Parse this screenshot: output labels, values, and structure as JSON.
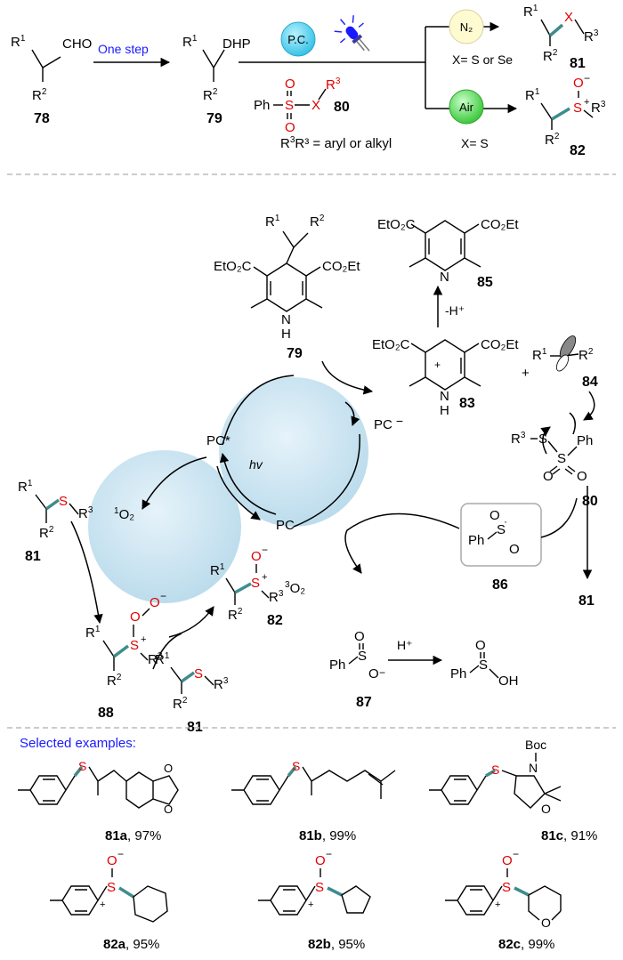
{
  "top_scheme": {
    "one_step": "One step",
    "pc": "P.C.",
    "n2": "N₂",
    "air": "Air",
    "x_s_se": "X= S or Se",
    "x_s": "X= S",
    "r3_def": "R³ = aryl or alkyl",
    "cho": "CHO",
    "dhp": "DHP",
    "ph": "Ph",
    "s": "S",
    "x": "X",
    "o": "O",
    "labels": {
      "c78": "78",
      "c79": "79",
      "c80": "80",
      "c81": "81",
      "c82": "82"
    }
  },
  "mechanism": {
    "etO2c": "EtO₂C",
    "co2et": "CO₂Et",
    "n": "N",
    "h": "H",
    "minus_h": "-H⁺",
    "pc_star": "PC*",
    "pc_minus": "PC",
    "pc": "PC",
    "hv": "hv",
    "singlet_o2": "O₂",
    "triplet_o2": "O₂",
    "h_plus": "H⁺",
    "oh": "OH",
    "labels": {
      "c79": "79",
      "c80": "80",
      "c81a": "81",
      "c81b": "81",
      "c81c": "81",
      "c82": "82",
      "c83": "83",
      "c84": "84",
      "c85": "85",
      "c86": "86",
      "c87": "87",
      "c88": "88"
    }
  },
  "examples": {
    "heading": "Selected examples:",
    "items": [
      {
        "id": "81a",
        "yield": ", 97%"
      },
      {
        "id": "81b",
        "yield": ", 99%"
      },
      {
        "id": "81c",
        "yield": ", 91%"
      },
      {
        "id": "82a",
        "yield": ", 95%"
      },
      {
        "id": "82b",
        "yield": ", 95%"
      },
      {
        "id": "82c",
        "yield": ", 99%"
      }
    ],
    "boc": "Boc"
  },
  "colors": {
    "pc_bubble": "#58d6f0",
    "air_bubble": "#5fe05f",
    "n2_bubble": "#fffbd0",
    "cycle": "#c6e4f2",
    "heading": "#1a1aff",
    "hetero": "#e00000",
    "bond_highlight": "#3f8c8c"
  }
}
